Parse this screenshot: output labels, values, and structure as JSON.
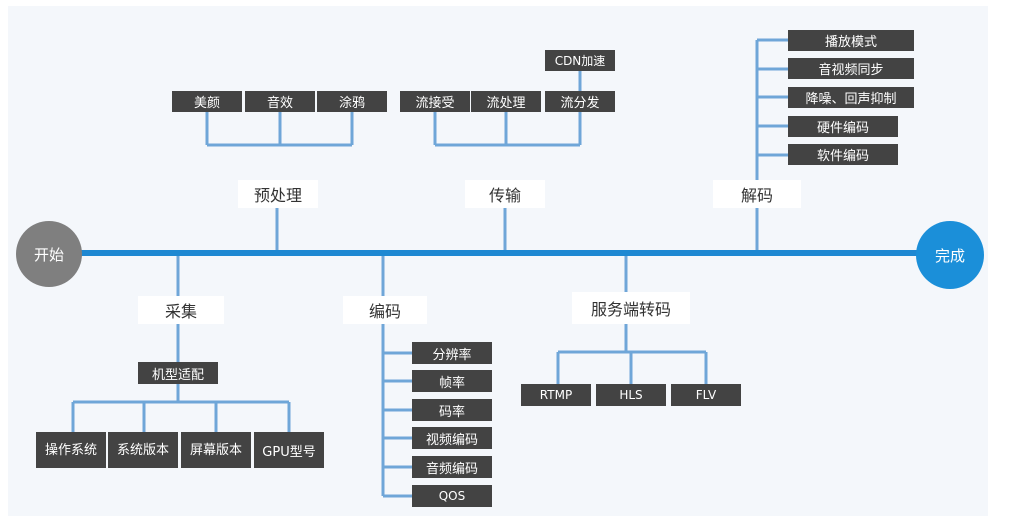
{
  "colors": {
    "line": "#6fa6d8",
    "axis": "#1e88d2",
    "node": "#434343",
    "start": "#7f7f7f",
    "end": "#1b8fd9"
  },
  "start": "开始",
  "end": "完成",
  "preprocess": {
    "label": "预处理",
    "items": [
      "美颜",
      "音效",
      "涂鸦"
    ]
  },
  "transport": {
    "label": "传输",
    "items": [
      "流接受",
      "流处理",
      "流分发"
    ],
    "cdn": "CDN加速"
  },
  "decode": {
    "label": "解码",
    "items": [
      "播放模式",
      "音视频同步",
      "降噪、回声抑制",
      "硬件编码",
      "软件编码"
    ]
  },
  "collect": {
    "label": "采集",
    "adapt": "机型适配",
    "items": [
      "操作系统",
      "系统版本",
      "屏幕版本",
      "GPU型号"
    ]
  },
  "encode": {
    "label": "编码",
    "items": [
      "分辨率",
      "帧率",
      "码率",
      "视频编码",
      "音频编码",
      "QOS"
    ]
  },
  "server": {
    "label": "服务端转码",
    "items": [
      "RTMP",
      "HLS",
      "FLV"
    ]
  }
}
